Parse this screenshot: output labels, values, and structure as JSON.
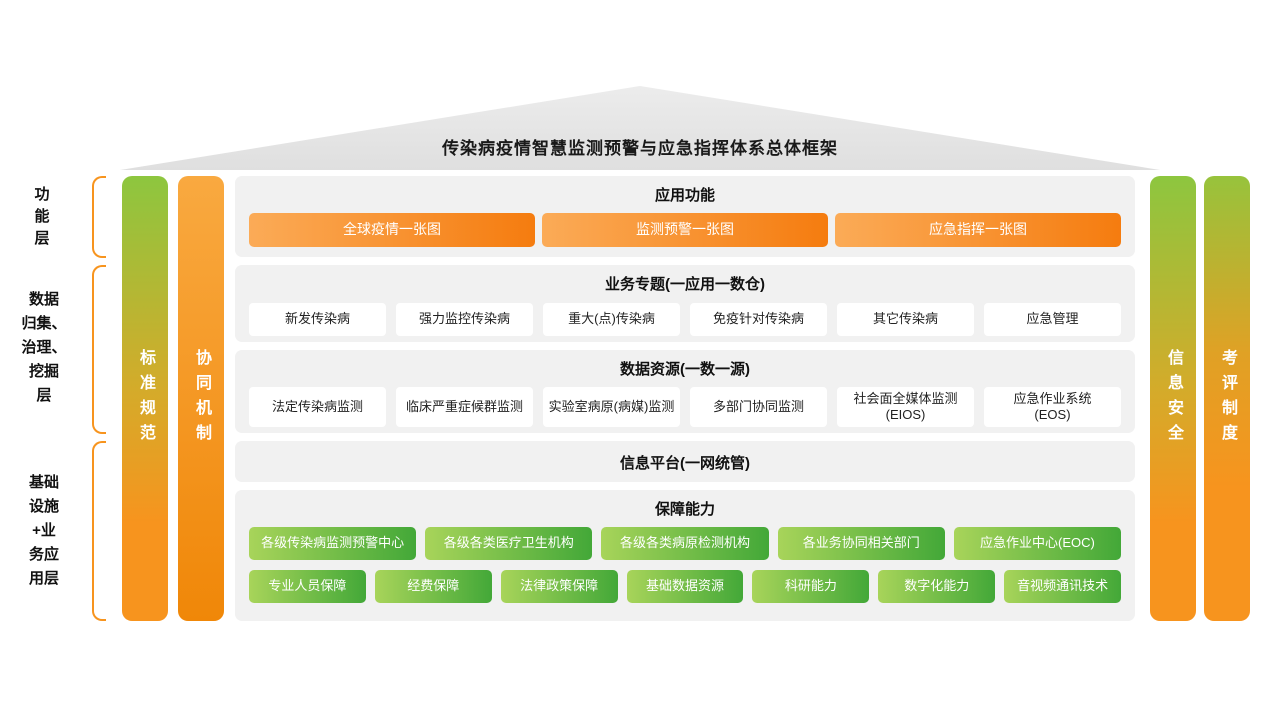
{
  "title": "传染病疫情智慧监测预警与应急指挥体系总体框架",
  "layer_labels": {
    "functional": "功\n能\n层",
    "data": "数据\n归集、\n治理、\n挖掘\n层",
    "infrastructure": "基础\n设施\n+业\n务应\n用层"
  },
  "pillars": {
    "left": [
      {
        "label": "标准规范"
      },
      {
        "label": "协同机制"
      }
    ],
    "right": [
      {
        "label": "信息安全"
      },
      {
        "label": "考评制度"
      }
    ]
  },
  "sections": {
    "application": {
      "header": "应用功能",
      "buttons": [
        "全球疫情一张图",
        "监测预警一张图",
        "应急指挥一张图"
      ]
    },
    "topics": {
      "header": "业务专题(一应用一数仓)",
      "buttons": [
        "新发传染病",
        "强力监控传染病",
        "重大(点)传染病",
        "免疫针对传染病",
        "其它传染病",
        "应急管理"
      ]
    },
    "data_resources": {
      "header": "数据资源(一数一源)",
      "buttons": [
        "法定传染病监测",
        "临床严重症候群监测",
        "实验室病原(病媒)监测",
        "多部门协同监测",
        "社会面全媒体监测\n(EIOS)",
        "应急作业系统\n(EOS)"
      ]
    },
    "platform": {
      "header": "信息平台(一网统管)"
    },
    "support": {
      "header": "保障能力",
      "row1": [
        "各级传染病监测预警中心",
        "各级各类医疗卫生机构",
        "各级各类病原检测机构",
        "各业务协同相关部门",
        "应急作业中心(EOC)"
      ],
      "row2": [
        "专业人员保障",
        "经费保障",
        "法律政策保障",
        "基础数据资源",
        "科研能力",
        "数字化能力",
        "音视频通讯技术"
      ]
    }
  },
  "colors": {
    "accent_orange": "#f7941e",
    "accent_green": "#8dc63f",
    "roof_gray": "#e5e5e5",
    "section_bg": "#f1f1f1",
    "button_orange_gradient": [
      "#fbab57",
      "#f57c0f"
    ],
    "button_green_gradient": [
      "#a8d45a",
      "#43a838"
    ]
  }
}
